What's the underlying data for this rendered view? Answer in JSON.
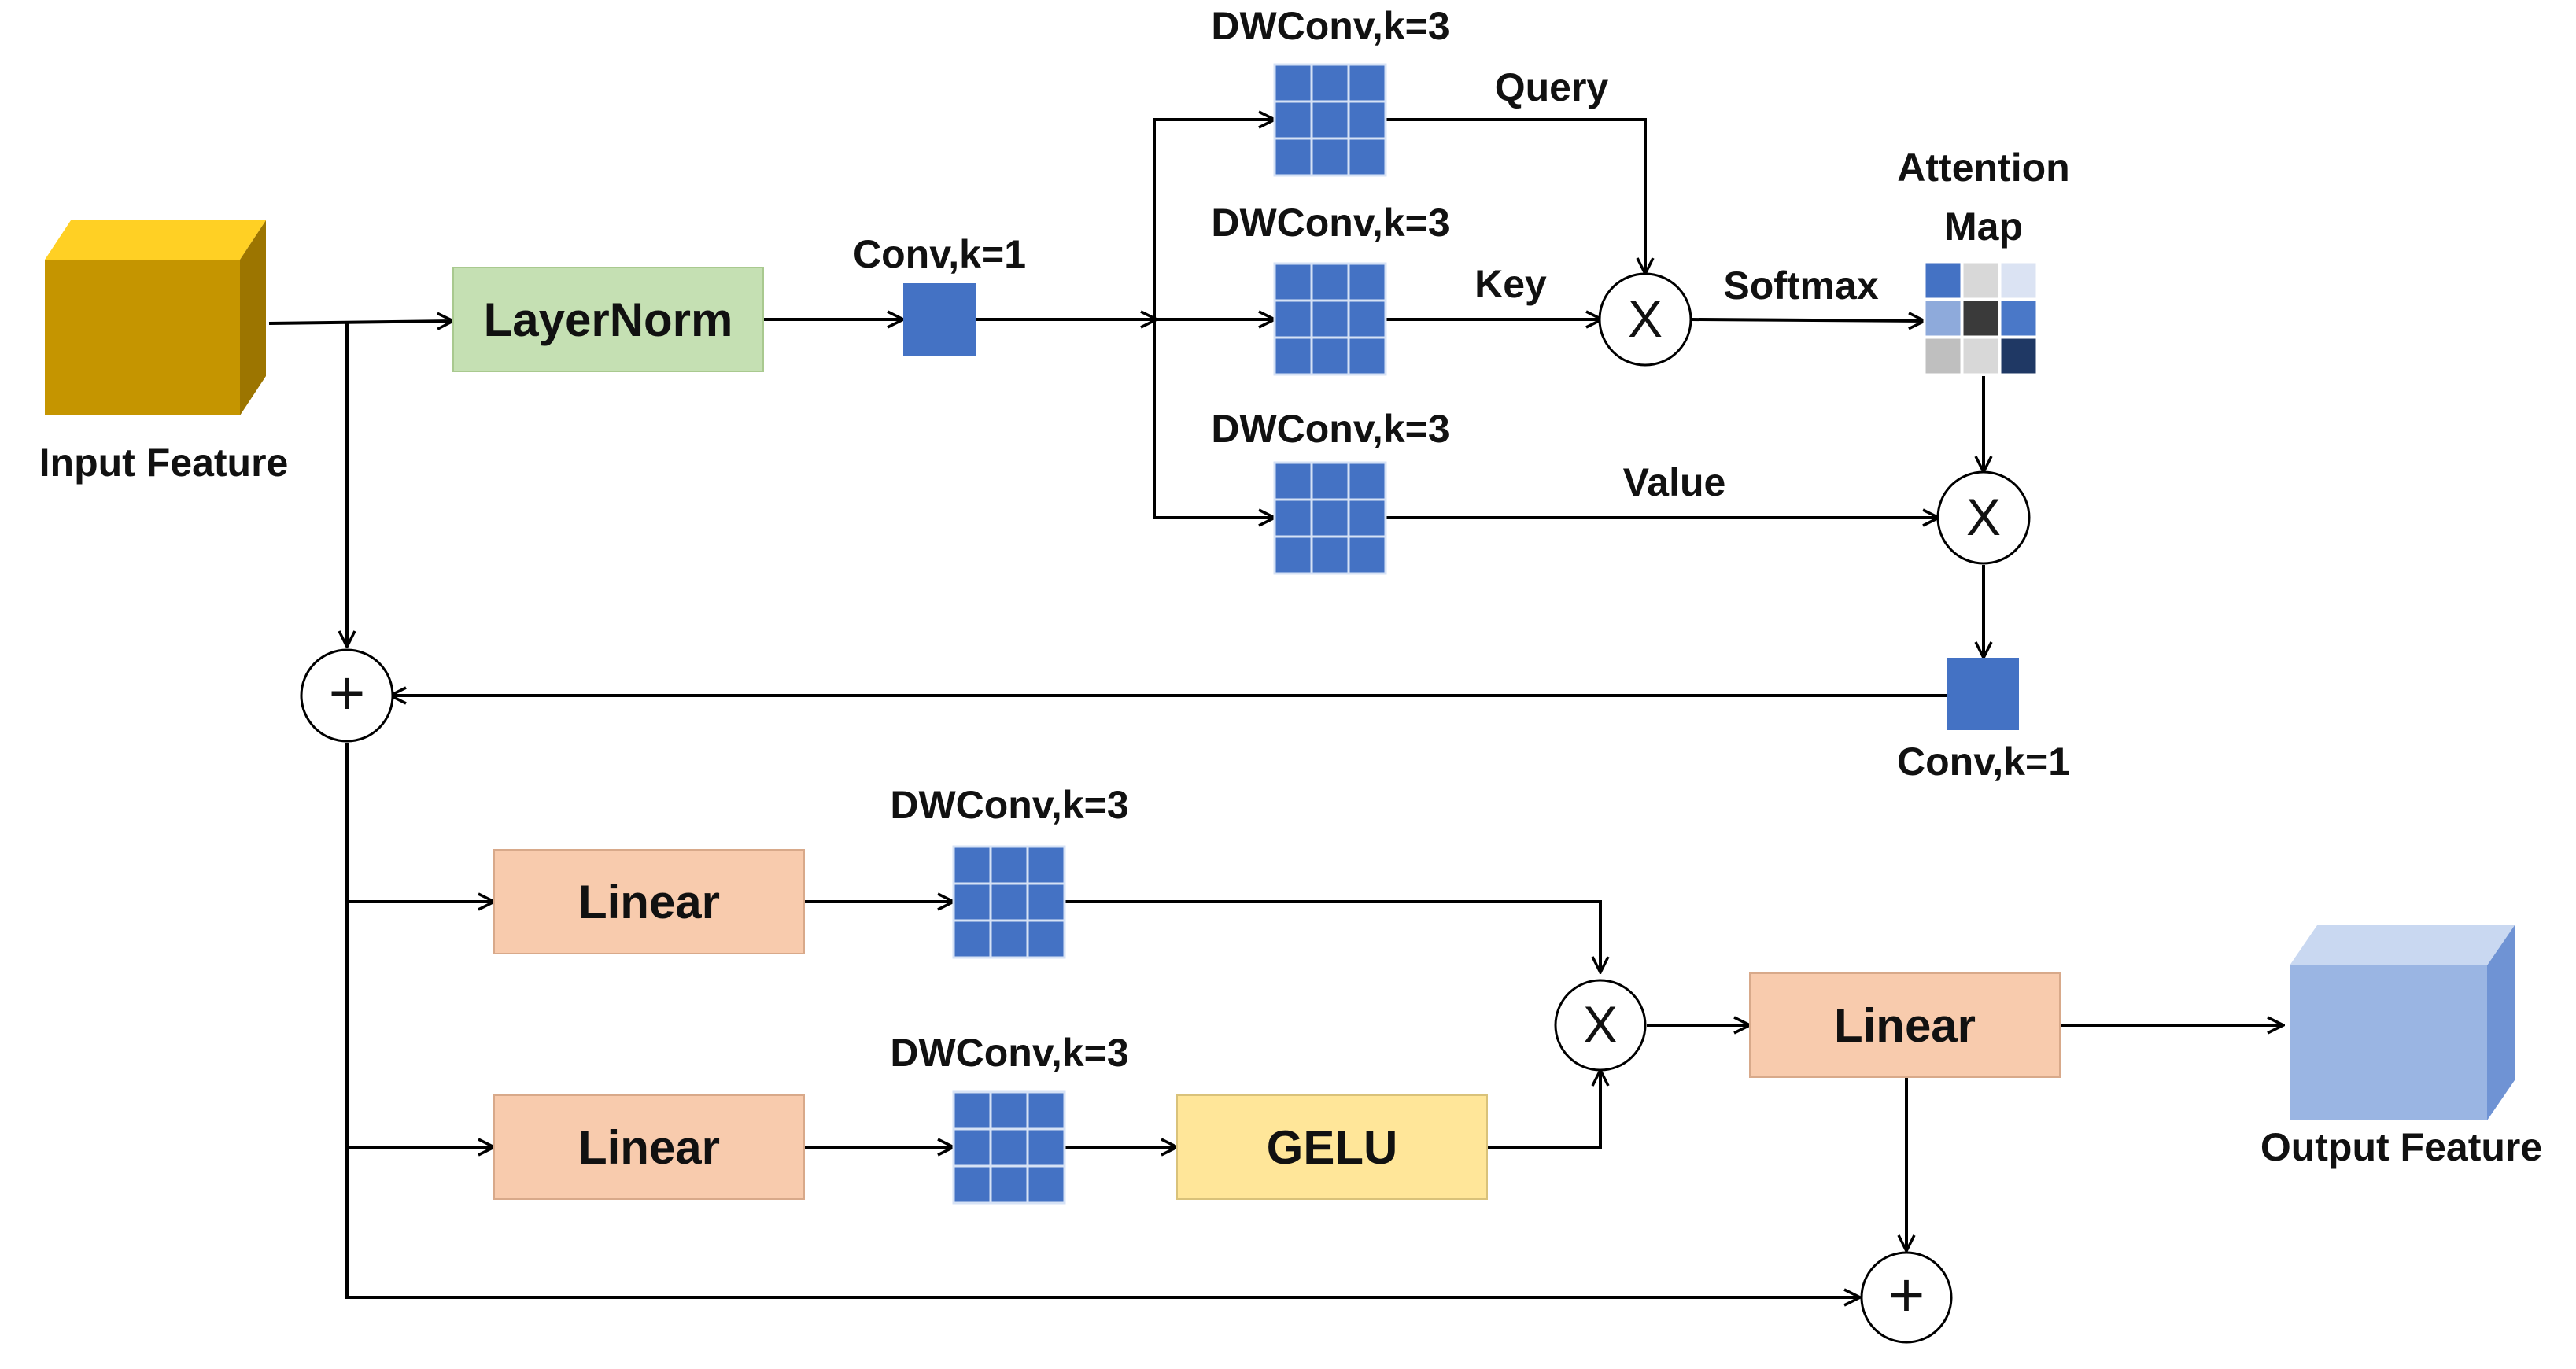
{
  "colors": {
    "layernorm_fill": "#c5e0b3",
    "layernorm_stroke": "#a9c98f",
    "linear_fill": "#f8cbad",
    "linear_stroke": "#d8a98a",
    "gelu_fill": "#ffe699",
    "gelu_stroke": "#d9c27a",
    "conv_blue": "#4472c4",
    "grid_line": "#d6e2f5",
    "input_cube_front": "#c59500",
    "input_cube_top": "#ffd024",
    "input_cube_side": "#9c7500",
    "output_cube_front": "#9ab5e3",
    "output_cube_top": "#c9d8f1",
    "output_cube_side": "#6f93d4",
    "attention_map": [
      "#4472c4",
      "#d8d8d8",
      "#dbe3f3",
      "#8eaadb",
      "#3a3a3a",
      "#4a78c8",
      "#bfbfbf",
      "#d8d8d8",
      "#1f3864"
    ]
  },
  "labels": {
    "input_feature": "Input Feature",
    "output_feature": "Output Feature",
    "layernorm": "LayerNorm",
    "conv_k1_top": "Conv,k=1",
    "dwconv_query": "DWConv,k=3",
    "dwconv_key": "DWConv,k=3",
    "dwconv_value": "DWConv,k=3",
    "query": "Query",
    "key": "Key",
    "value": "Value",
    "softmax": "Softmax",
    "attention_map_line1": "Attention",
    "attention_map_line2": "Map",
    "conv_k1_right": "Conv,k=1",
    "linear_top": "Linear",
    "dwconv_ffn_top": "DWConv,k=3",
    "linear_bottom": "Linear",
    "dwconv_ffn_bottom": "DWConv,k=3",
    "gelu": "GELU",
    "linear_out": "Linear"
  },
  "operators": {
    "multiply": "X",
    "add": "+"
  }
}
